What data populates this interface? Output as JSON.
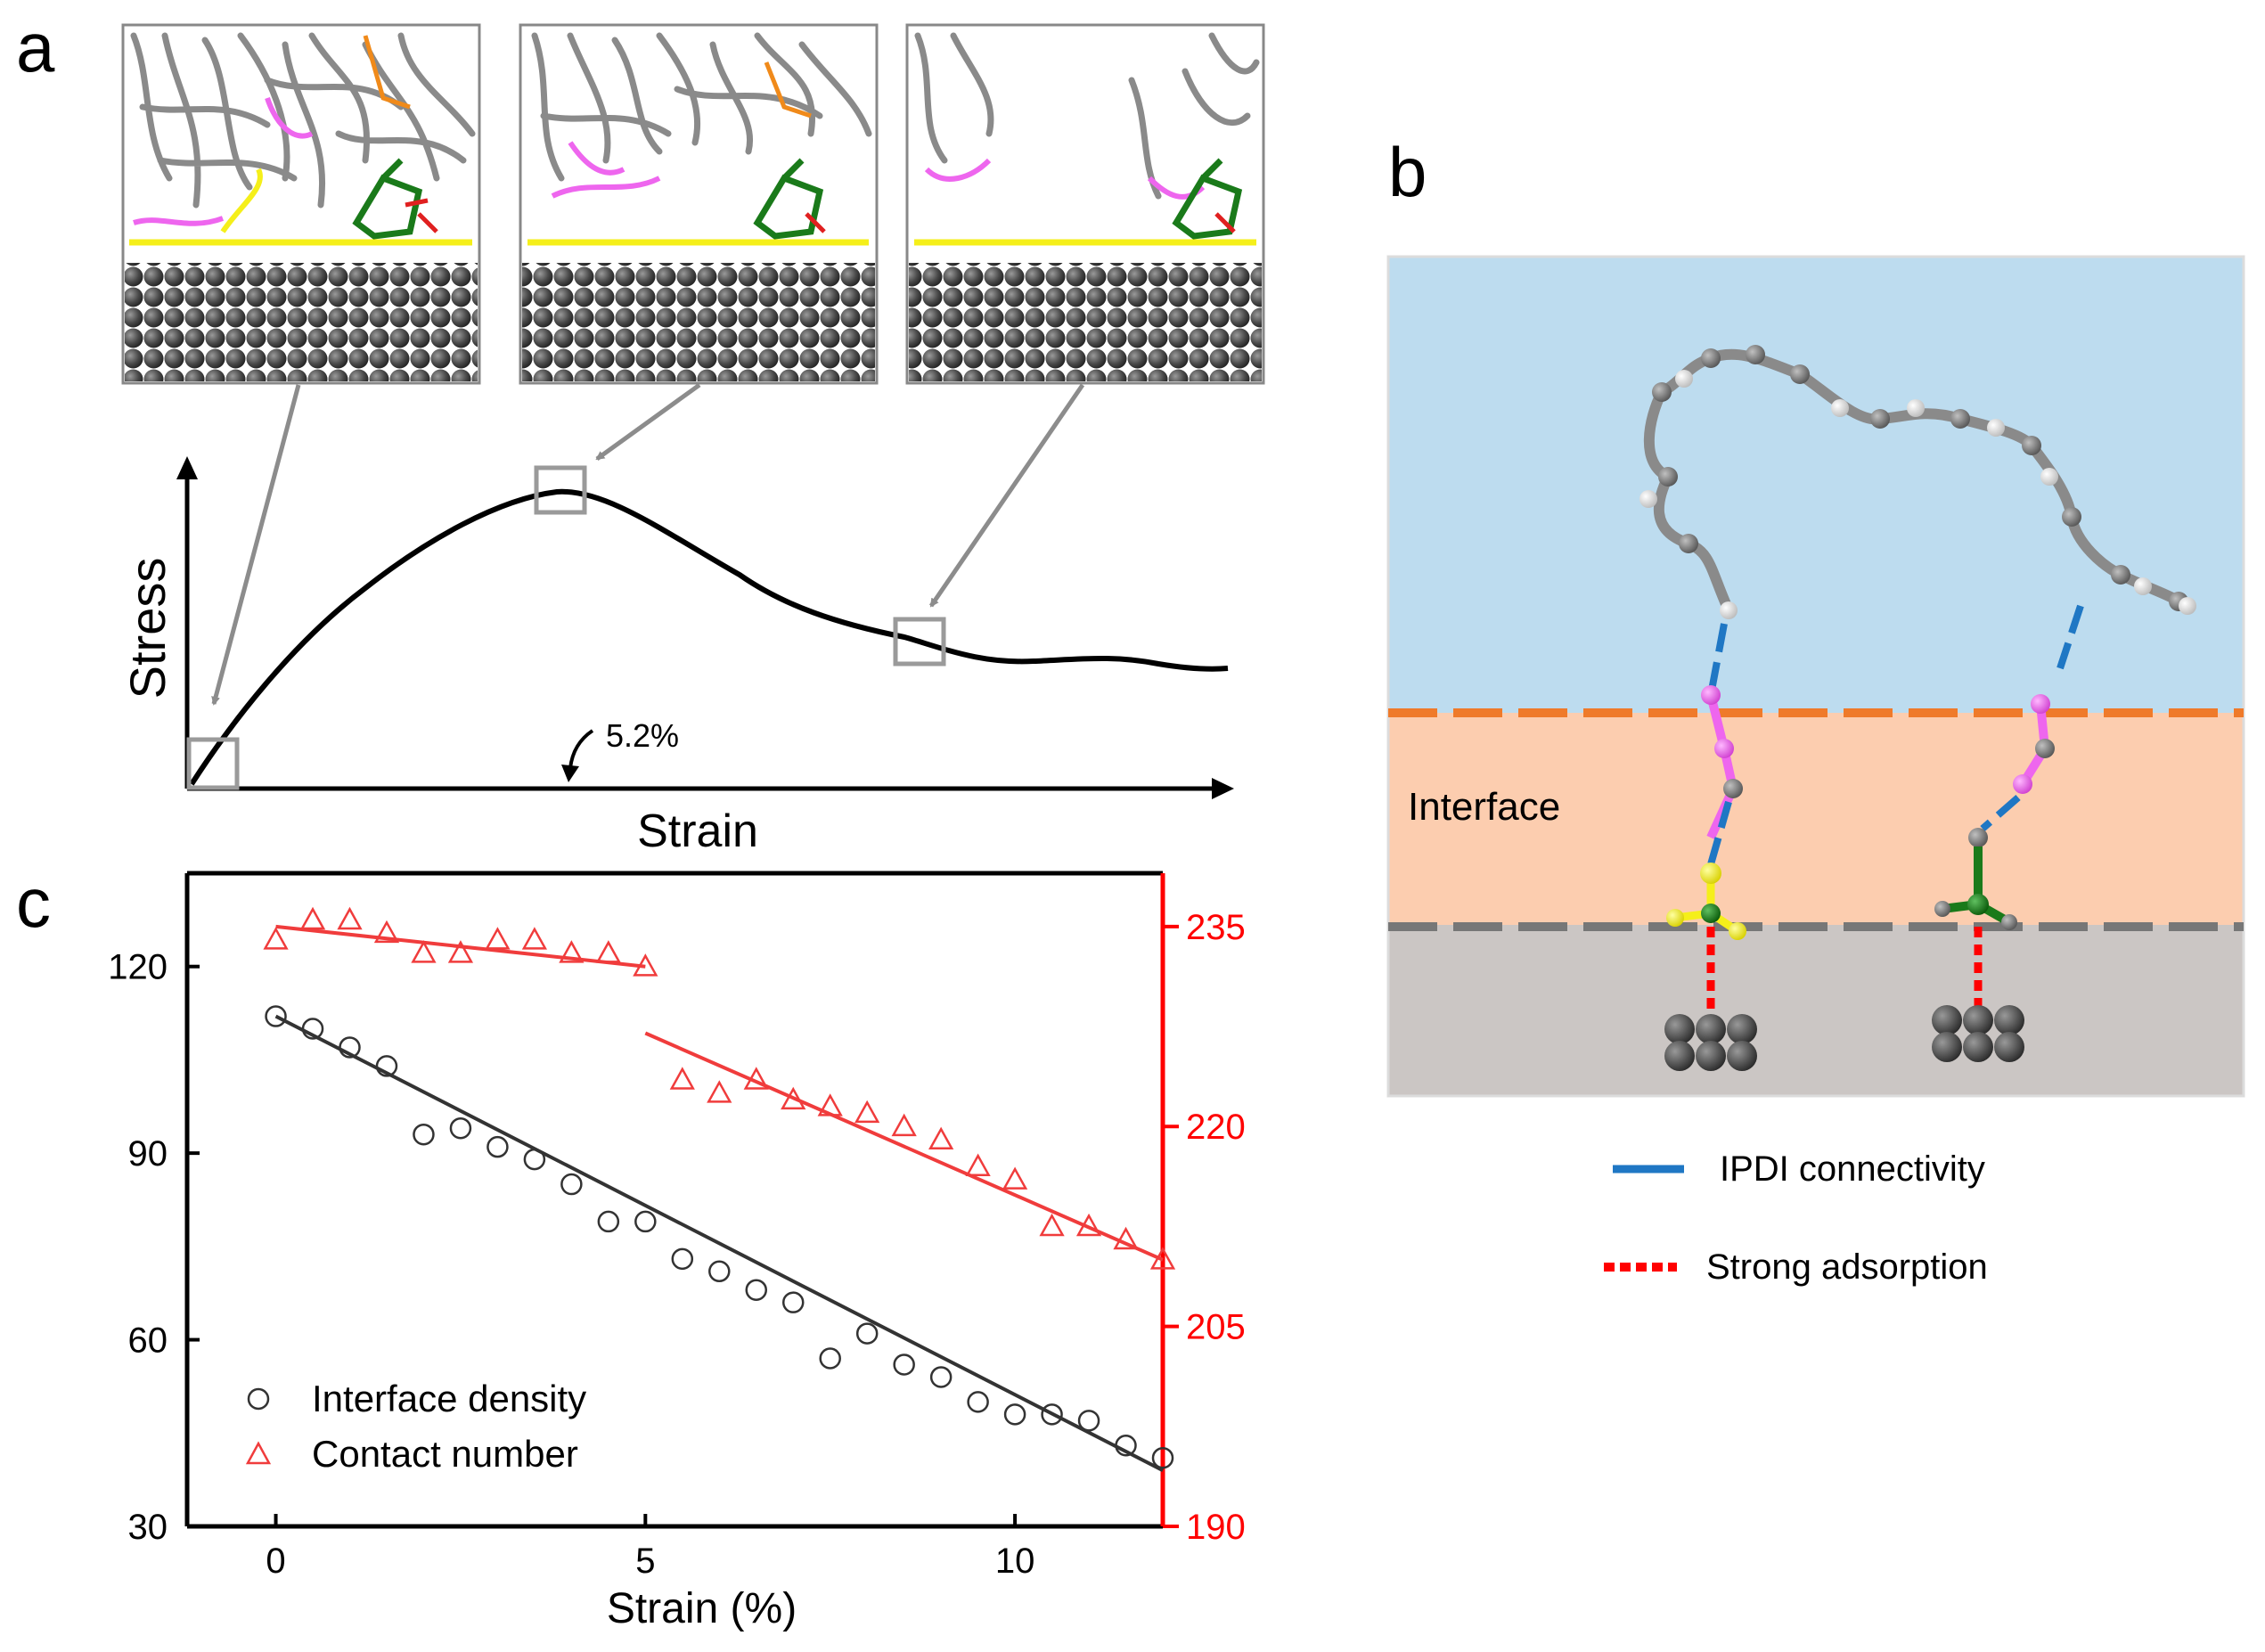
{
  "panels": {
    "a": {
      "label": "a",
      "x_axis_label": "Strain",
      "y_axis_label": "Stress",
      "peak_annotation": "5.2%"
    },
    "b": {
      "label": "b",
      "region_label": "Interface",
      "legend": [
        {
          "label": "IPDI connectivity",
          "color": "#1f77c4",
          "style": "solid"
        },
        {
          "label": "Strong adsorption",
          "color": "#ff0000",
          "style": "dotted"
        }
      ]
    },
    "c": {
      "label": "c"
    }
  },
  "colors": {
    "black_series": "#333333",
    "red_series": "#f03c3c",
    "right_axis": "#ff0000",
    "matrix_blue": "#bddcef",
    "interface_orange": "#fccdaf",
    "substrate_gray": "#cbc6c4",
    "ipdi_pink": "#ee66ee",
    "chain_gray": "#777777",
    "yellow_group": "#f5ef1a",
    "green_group": "#1a7a1a"
  },
  "chart_data": [
    {
      "type": "line",
      "panel": "a",
      "xlabel": "Strain",
      "ylabel": "Stress",
      "annotation": "5.2%",
      "grid": false
    },
    {
      "type": "scatter",
      "panel": "c",
      "xlabel": "Strain (%)",
      "xlim": [
        -1.2,
        12
      ],
      "ylim_left": [
        30,
        135
      ],
      "ylim_right": [
        190,
        239
      ],
      "xticks": [
        0,
        5,
        10
      ],
      "yticks_left": [
        30,
        60,
        90,
        120
      ],
      "yticks_right": [
        190,
        205,
        220,
        235
      ],
      "legend_position": "bottom-left",
      "grid": false,
      "series": [
        {
          "name": "Interface density",
          "axis": "left",
          "marker": "circle",
          "x": [
            0,
            0.5,
            1,
            1.5,
            2,
            2.5,
            3,
            3.5,
            4,
            4.5,
            5,
            5.5,
            6,
            6.5,
            7,
            7.5,
            8,
            8.5,
            9,
            9.5,
            10,
            10.5,
            11,
            11.5,
            12
          ],
          "y": [
            112,
            110,
            107,
            104,
            93,
            94,
            91,
            89,
            85,
            79,
            79,
            73,
            71,
            68,
            66,
            57,
            61,
            56,
            54,
            50,
            48,
            48,
            47,
            43,
            41
          ],
          "fit": {
            "x": [
              0,
              12
            ],
            "y": [
              112,
              39
            ]
          }
        },
        {
          "name": "Contact number",
          "axis": "right",
          "marker": "triangle",
          "x": [
            0,
            0.5,
            1,
            1.5,
            2,
            2.5,
            3,
            3.5,
            4,
            4.5,
            5,
            5.5,
            6,
            6.5,
            7,
            7.5,
            8,
            8.5,
            9,
            9.5,
            10,
            10.5,
            11,
            11.5,
            12
          ],
          "y": [
            234,
            235.5,
            235.5,
            234.5,
            233,
            233,
            234,
            234,
            233,
            233,
            232,
            223.5,
            222.5,
            223.5,
            222,
            221.5,
            221,
            220,
            219,
            217,
            216,
            212.5,
            212.5,
            211.5,
            210
          ],
          "fit_segments": [
            {
              "x": [
                0,
                5
              ],
              "y": [
                235,
                232
              ]
            },
            {
              "x": [
                5,
                12
              ],
              "y": [
                227,
                210
              ]
            }
          ]
        }
      ]
    }
  ]
}
